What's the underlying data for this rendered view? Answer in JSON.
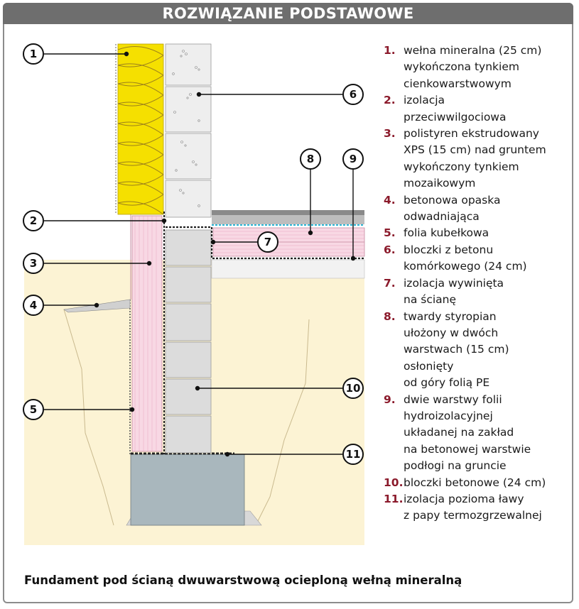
{
  "header": {
    "title": "ROZWIĄZANIE PODSTAWOWE"
  },
  "callouts": [
    "1",
    "2",
    "3",
    "4",
    "5",
    "6",
    "7",
    "8",
    "9",
    "10",
    "11"
  ],
  "legend": [
    {
      "num": "1.",
      "lines": [
        "wełna mineralna (25 cm)",
        "wykończona tynkiem",
        "cienkowarstwowym"
      ]
    },
    {
      "num": "2.",
      "lines": [
        "izolacja",
        "przeciwwilgociowa"
      ]
    },
    {
      "num": "3.",
      "lines": [
        "polistyren ekstrudowany",
        "XPS (15 cm) nad gruntem",
        "wykończony tynkiem",
        "mozaikowym"
      ]
    },
    {
      "num": "4.",
      "lines": [
        "betonowa opaska",
        "odwadniająca"
      ]
    },
    {
      "num": "5.",
      "lines": [
        "folia kubełkowa"
      ]
    },
    {
      "num": "6.",
      "lines": [
        "bloczki z betonu",
        "komórkowego (24 cm)"
      ]
    },
    {
      "num": "7.",
      "lines": [
        "izolacja wywinięta",
        "na ścianę"
      ]
    },
    {
      "num": "8.",
      "lines": [
        "twardy styropian",
        "ułożony w dwóch",
        "warstwach (15 cm)",
        "osłonięty",
        "od góry folią PE"
      ]
    },
    {
      "num": "9.",
      "lines": [
        "dwie warstwy folii",
        "hydroizolacyjnej",
        "układanej na zakład",
        "na betonowej warstwie",
        "podłogi na gruncie"
      ]
    },
    {
      "num": "10.",
      "lines": [
        "bloczki betonowe (24 cm)"
      ]
    },
    {
      "num": "11.",
      "lines": [
        "izolacja pozioma ławy",
        "z papy termozgrzewalnej"
      ]
    }
  ],
  "caption": "Fundament pod ścianą dwuwarstwową ocieploną wełną mineralną",
  "colors": {
    "header_bg": "#6e6e6e",
    "legend_number": "#8b1a2b",
    "mineral_wool": "#f5e000",
    "xps": "#f8d8e4",
    "soil": "#fcf3d4",
    "block": "#dcdcdc",
    "footing": "#a9b7bd"
  }
}
